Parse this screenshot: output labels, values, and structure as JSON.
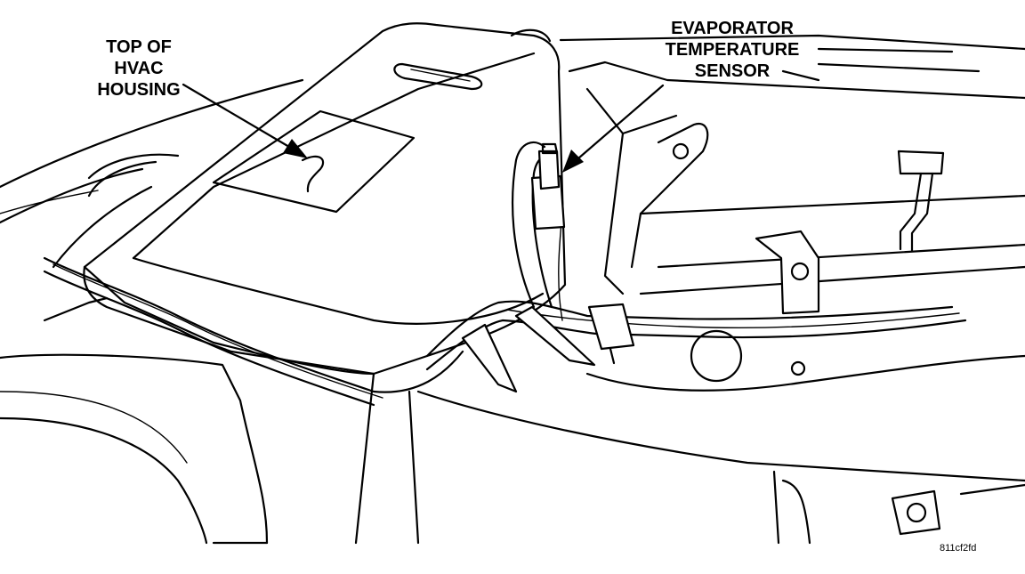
{
  "callouts": {
    "hvac_housing": [
      "TOP OF",
      "HVAC",
      "HOUSING"
    ],
    "evaporator_sensor": [
      "EVAPORATOR",
      "TEMPERATURE",
      "SENSOR"
    ]
  },
  "figure_code": "811cf2fd"
}
